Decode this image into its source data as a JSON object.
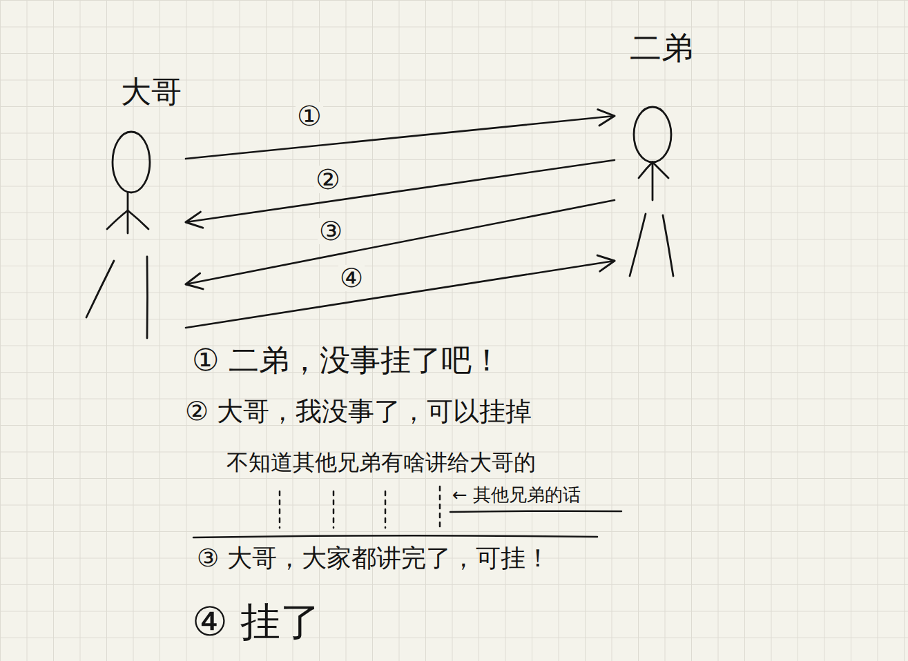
{
  "diagram": {
    "nodes": [
      {
        "text": [
          "大哥"
        ]
      },
      {
        "text": [
          "二弟"
        ]
      }
    ],
    "edges": [
      {
        "from": 0,
        "to": 1,
        "arrow": "to",
        "label": "①"
      },
      {
        "from": 1,
        "to": 0,
        "arrow": "to",
        "label": "②"
      },
      {
        "from": 1,
        "to": 0,
        "arrow": "to",
        "label": "③"
      },
      {
        "from": 0,
        "to": 1,
        "arrow": "to",
        "label": "④"
      }
    ],
    "labels": [
      "① 二弟，没事挂了吧！",
      "② 大哥，我没事了，可以挂掉",
      "不知道其他兄弟有啥讲给大哥的",
      "← 其他兄弟的话",
      "③ 大哥，大家都讲完了，可挂！",
      "④ 挂了"
    ]
  }
}
